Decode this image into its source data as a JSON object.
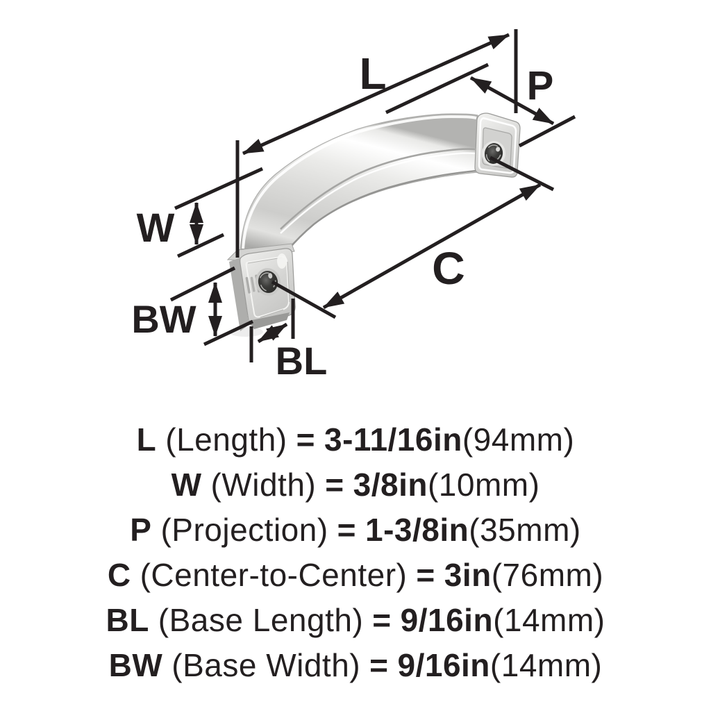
{
  "diagram": {
    "labels": {
      "l": "L",
      "p": "P",
      "w": "W",
      "c": "C",
      "bw": "BW",
      "bl": "BL"
    },
    "line_color": "#231f20",
    "metal_base_color": "#d6d6d4"
  },
  "specs": [
    {
      "key": "L",
      "name": "(Length)",
      "eq": "=",
      "value": "3-11/16in",
      "metric": "(94mm)"
    },
    {
      "key": "W",
      "name": "(Width)",
      "eq": "=",
      "value": "3/8in",
      "metric": "(10mm)"
    },
    {
      "key": "P",
      "name": "(Projection)",
      "eq": "=",
      "value": "1-3/8in",
      "metric": "(35mm)"
    },
    {
      "key": "C",
      "name": "(Center-to-Center)",
      "eq": "=",
      "value": "3in",
      "metric": "(76mm)"
    },
    {
      "key": "BL",
      "name": "(Base Length)",
      "eq": "=",
      "value": "9/16in",
      "metric": "(14mm)"
    },
    {
      "key": "BW",
      "name": "(Base Width)",
      "eq": "=",
      "value": "9/16in",
      "metric": "(14mm)"
    }
  ]
}
